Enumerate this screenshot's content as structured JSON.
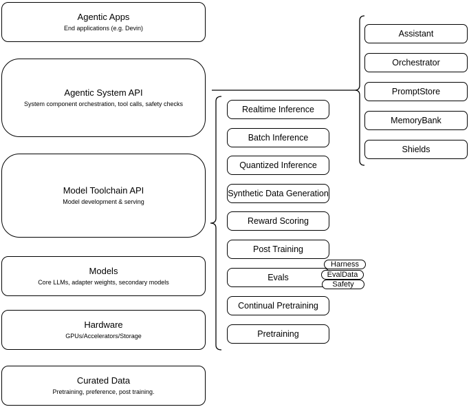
{
  "diagram": {
    "colors": {
      "stroke": "#000000",
      "background": "#ffffff",
      "text": "#000000"
    },
    "stack_layers": [
      {
        "title": "Agentic Apps",
        "subtitle": "End applications (e.g. Devin)"
      },
      {
        "title": "Agentic System API",
        "subtitle": "System component orchestration, tool calls, safety checks"
      },
      {
        "title": "Model Toolchain API",
        "subtitle": "Model development & serving"
      },
      {
        "title": "Models",
        "subtitle": "Core LLMs, adapter weights, secondary models"
      },
      {
        "title": "Hardware",
        "subtitle": "GPUs/Accelerators/Storage"
      },
      {
        "title": "Curated Data",
        "subtitle": "Pretraining, preference, post training."
      }
    ],
    "toolchain_items": [
      "Realtime Inference",
      "Batch Inference",
      "Quantized Inference",
      "Synthetic Data Generation",
      "Reward Scoring",
      "Post Training",
      "Evals",
      "Continual Pretraining",
      "Pretraining"
    ],
    "eval_pills": [
      "Harness",
      "EvalData",
      "Safety"
    ],
    "system_components": [
      "Assistant",
      "Orchestrator",
      "PromptStore",
      "MemoryBank",
      "Shields"
    ]
  }
}
